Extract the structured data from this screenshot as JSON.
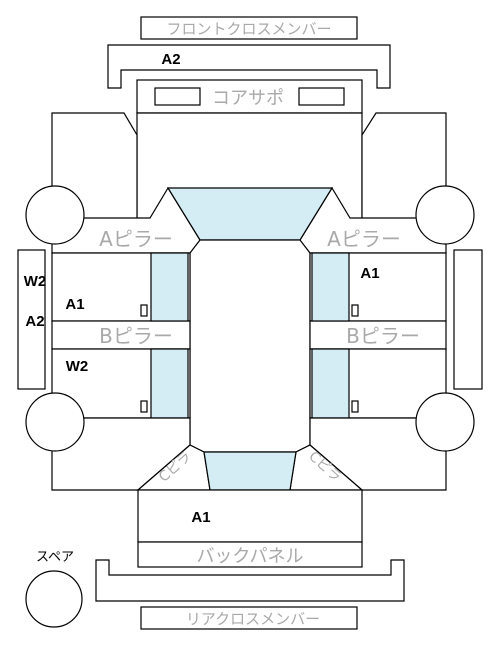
{
  "labels": {
    "front_cross_member": "フロントクロスメンバー",
    "a2_front": "A2",
    "core_support": "コアサポ",
    "a_pillar_left": "Aピラー",
    "a_pillar_right": "Aピラー",
    "b_pillar_left": "Bピラー",
    "b_pillar_right": "Bピラー",
    "w2_side": "W2",
    "a2_side": "A2",
    "a1_left": "A1",
    "w2_left": "W2",
    "a1_right": "A1",
    "a1_rear": "A1",
    "back_panel": "バックパネル",
    "rear_cross_member": "リアクロスメンバー",
    "spare": "スペア",
    "c_pillar_left": "Cピラ",
    "c_pillar_right": "Cピラ"
  },
  "colors": {
    "glass": "#d4ecf4",
    "label_gray": "#a9a9a9"
  }
}
